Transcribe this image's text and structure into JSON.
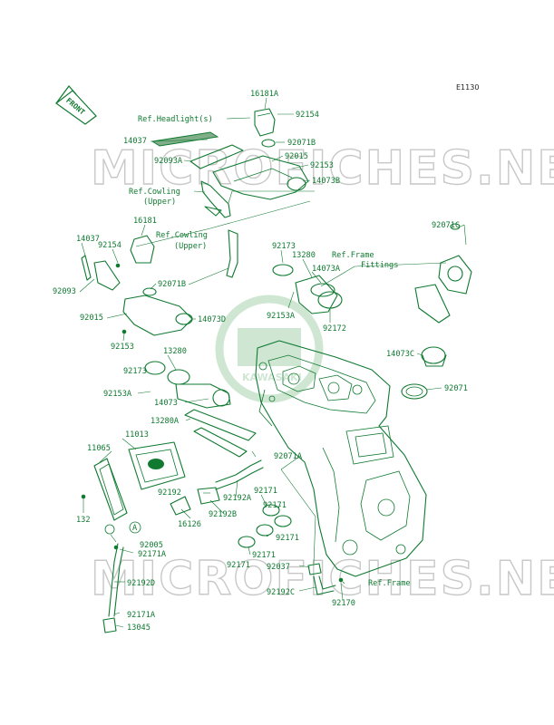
{
  "diagram_code": "E1130",
  "front_label": "FRONT",
  "watermark": "MICROFICHES.NET",
  "logo_text": "KAWASAKI",
  "labels": {
    "p16181A": "16181A",
    "refHeadlight": "Ref.Headlight(s)",
    "p92154a": "92154",
    "p14037a": "14037",
    "p92071B_top": "92071B",
    "p92015a": "92015",
    "p92093A": "92093A",
    "p92153a": "92153",
    "p14073B": "14073B",
    "refCowling1a": "Ref.Cowling",
    "refCowling1b": "(Upper)",
    "p16181": "16181",
    "refCowling2a": "Ref.Cowling",
    "refCowling2b": "(Upper)",
    "p14037b": "14037",
    "p92154b": "92154",
    "p92093": "92093",
    "p92071B_mid": "92071B",
    "p92015b": "92015",
    "p14073D": "14073D",
    "p92153b": "92153",
    "p92173a": "92173",
    "p13280a": "13280",
    "refFrameA": "Ref.Frame",
    "refFrameB": "Fittings",
    "p14073A": "14073A",
    "p92153A_top": "92153A",
    "p92172": "92172",
    "p92071C": "92071C",
    "p14073C": "14073C",
    "p92071": "92071",
    "p13280b": "13280",
    "p92173b": "92173",
    "p92153A_mid": "92153A",
    "p14073": "14073",
    "p13280A": "13280A",
    "p11013": "11013",
    "p11065": "11065",
    "p92071A": "92071A",
    "p92192": "92192",
    "p92192A": "92192A",
    "p92171a": "92171",
    "p92171b": "92171",
    "p92171c": "92171",
    "p92171d": "92171",
    "p16126": "16126",
    "p92192B": "92192B",
    "p132": "132",
    "circleA": "A",
    "p92005": "92005",
    "p92171A_a": "92171A",
    "p92192D": "92192D",
    "p92171A_b": "92171A",
    "p13045": "13045",
    "p92037": "92037",
    "p92192C": "92192C",
    "refFrame": "Ref.Frame",
    "p92170": "92170"
  }
}
